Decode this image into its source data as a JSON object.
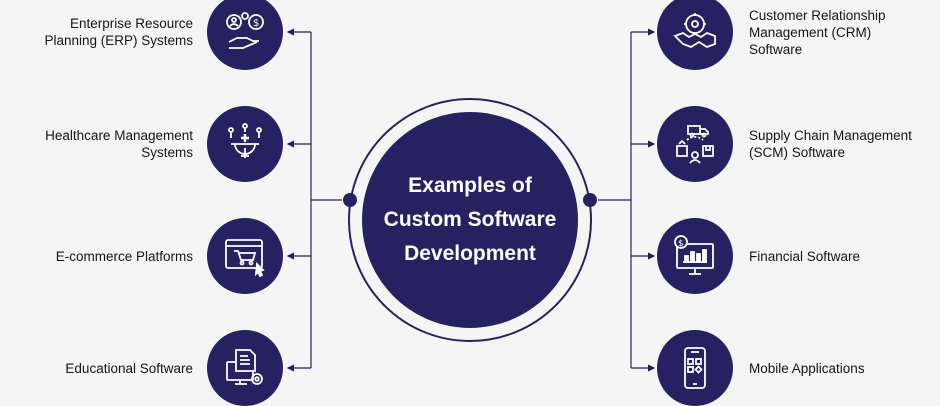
{
  "title": {
    "line1": "Examples of",
    "line2": "Custom Software",
    "line3": "Development"
  },
  "left_items": [
    {
      "lines": [
        "Enterprise Resource",
        "Planning (ERP) Systems"
      ],
      "icon": "erp-handshake-gear-icon"
    },
    {
      "lines": [
        "Healthcare Management",
        "Systems"
      ],
      "icon": "medical-gear-icon"
    },
    {
      "lines": [
        "E-commerce Platforms"
      ],
      "icon": "shopping-cart-browser-icon"
    },
    {
      "lines": [
        "Educational Software"
      ],
      "icon": "document-computer-icon"
    }
  ],
  "right_items": [
    {
      "lines": [
        "Customer Relationship",
        "Management (CRM)",
        "Software"
      ],
      "icon": "handshake-gear-icon"
    },
    {
      "lines": [
        "Supply Chain Management",
        "(SCM) Software"
      ],
      "icon": "supply-chain-icon"
    },
    {
      "lines": [
        "Financial Software"
      ],
      "icon": "financial-monitor-icon"
    },
    {
      "lines": [
        "Mobile Applications"
      ],
      "icon": "mobile-apps-icon"
    }
  ],
  "colors": {
    "navy": "#262262",
    "background": "#f5f5f5",
    "text": "#151515"
  }
}
